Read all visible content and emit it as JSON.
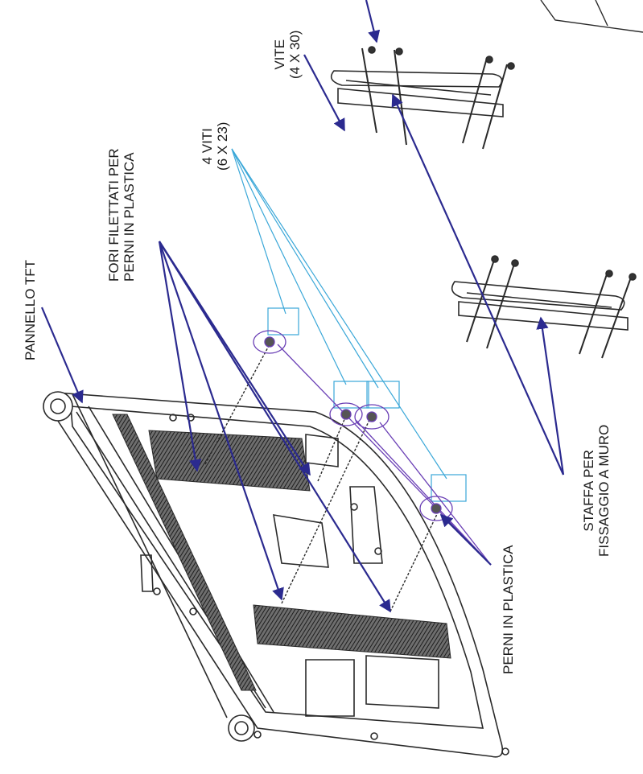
{
  "labels": {
    "panel": "PANNELLO TFT",
    "holes_line1": "FORI FILETTATI PER",
    "holes_line2": "PERNI IN PLASTICA",
    "screws4_line1": "4 VITI",
    "screws4_line2": "(6 X 23)",
    "screw_line1": "VITE",
    "screw_line2": "(4 X 30)",
    "pins": "PERNI IN PLASTICA",
    "bracket_line1": "STAFFA PER",
    "bracket_line2": "FISSAGGIO A MURO"
  },
  "colors": {
    "arrow": "#2b2a8f",
    "callout_cyan": "#3aa7d8",
    "callout_violet": "#6a3fb5",
    "line_art": "#2a2a2a",
    "vent_hatch": "#3a3a3a"
  }
}
